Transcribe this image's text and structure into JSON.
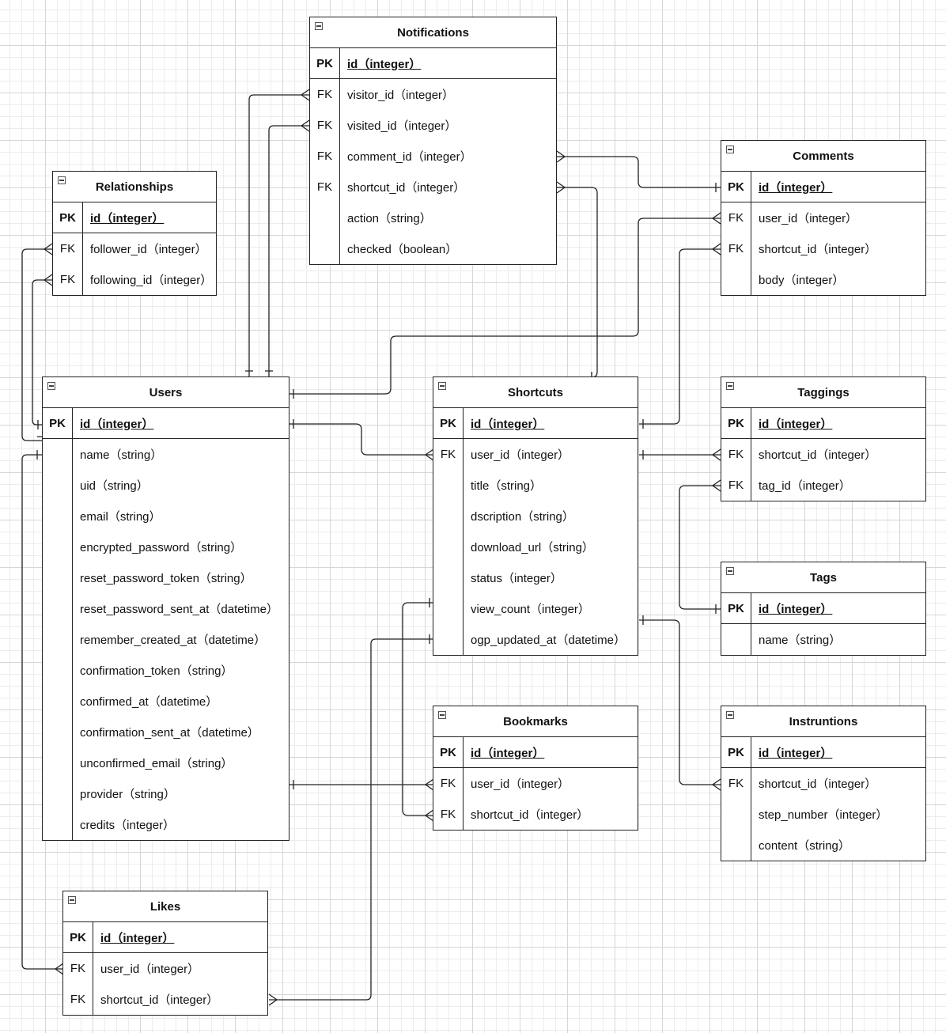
{
  "entities": {
    "notifications": {
      "title": "Notifications",
      "rows": [
        {
          "key": "PK",
          "name": "id（integer）"
        },
        {
          "key": "FK",
          "name": "visitor_id（integer）"
        },
        {
          "key": "FK",
          "name": "visited_id（integer）"
        },
        {
          "key": "FK",
          "name": "comment_id（integer）"
        },
        {
          "key": "FK",
          "name": "shortcut_id（integer）"
        },
        {
          "key": "",
          "name": "action（string）"
        },
        {
          "key": "",
          "name": "checked（boolean）"
        }
      ]
    },
    "relationships": {
      "title": "Relationships",
      "rows": [
        {
          "key": "PK",
          "name": "id（integer）"
        },
        {
          "key": "FK",
          "name": "follower_id（integer）"
        },
        {
          "key": "FK",
          "name": "following_id（integer）"
        }
      ]
    },
    "comments": {
      "title": "Comments",
      "rows": [
        {
          "key": "PK",
          "name": "id（integer）"
        },
        {
          "key": "FK",
          "name": "user_id（integer）"
        },
        {
          "key": "FK",
          "name": "shortcut_id（integer）"
        },
        {
          "key": "",
          "name": "body（integer）"
        }
      ]
    },
    "users": {
      "title": "Users",
      "rows": [
        {
          "key": "PK",
          "name": "id（integer）"
        },
        {
          "key": "",
          "name": "name（string）"
        },
        {
          "key": "",
          "name": "uid（string）"
        },
        {
          "key": "",
          "name": "email（string）"
        },
        {
          "key": "",
          "name": "encrypted_password（string）"
        },
        {
          "key": "",
          "name": "reset_password_token（string）"
        },
        {
          "key": "",
          "name": "reset_password_sent_at（datetime）"
        },
        {
          "key": "",
          "name": "remember_created_at（datetime）"
        },
        {
          "key": "",
          "name": "confirmation_token（string）"
        },
        {
          "key": "",
          "name": "confirmed_at（datetime）"
        },
        {
          "key": "",
          "name": "confirmation_sent_at（datetime）"
        },
        {
          "key": "",
          "name": "unconfirmed_email（string）"
        },
        {
          "key": "",
          "name": "provider（string）"
        },
        {
          "key": "",
          "name": "credits（integer）"
        }
      ]
    },
    "shortcuts": {
      "title": "Shortcuts",
      "rows": [
        {
          "key": "PK",
          "name": "id（integer）"
        },
        {
          "key": "FK",
          "name": "user_id（integer）"
        },
        {
          "key": "",
          "name": "title（string）"
        },
        {
          "key": "",
          "name": "dscription（string）"
        },
        {
          "key": "",
          "name": "download_url（string）"
        },
        {
          "key": "",
          "name": "status（integer）"
        },
        {
          "key": "",
          "name": "view_count（integer）"
        },
        {
          "key": "",
          "name": "ogp_updated_at（datetime）"
        }
      ]
    },
    "taggings": {
      "title": "Taggings",
      "rows": [
        {
          "key": "PK",
          "name": "id（integer）"
        },
        {
          "key": "FK",
          "name": "shortcut_id（integer）"
        },
        {
          "key": "FK",
          "name": "tag_id（integer）"
        }
      ]
    },
    "tags": {
      "title": "Tags",
      "rows": [
        {
          "key": "PK",
          "name": "id（integer）"
        },
        {
          "key": "",
          "name": "name（string）"
        }
      ]
    },
    "bookmarks": {
      "title": "Bookmarks",
      "rows": [
        {
          "key": "PK",
          "name": "id（integer）"
        },
        {
          "key": "FK",
          "name": "user_id（integer）"
        },
        {
          "key": "FK",
          "name": "shortcut_id（integer）"
        }
      ]
    },
    "instrunctions": {
      "title": "Instruntions",
      "rows": [
        {
          "key": "PK",
          "name": "id（integer）"
        },
        {
          "key": "FK",
          "name": "shortcut_id（integer）"
        },
        {
          "key": "",
          "name": "step_number（integer）"
        },
        {
          "key": "",
          "name": "content（string）"
        }
      ]
    },
    "likes": {
      "title": "Likes",
      "rows": [
        {
          "key": "PK",
          "name": "id（integer）"
        },
        {
          "key": "FK",
          "name": "user_id（integer）"
        },
        {
          "key": "FK",
          "name": "shortcut_id（integer）"
        }
      ]
    }
  },
  "relationships": [
    {
      "from": "users",
      "to": "notifications",
      "via": "visitor_id"
    },
    {
      "from": "users",
      "to": "notifications",
      "via": "visited_id"
    },
    {
      "from": "comments",
      "to": "notifications",
      "via": "comment_id"
    },
    {
      "from": "shortcuts",
      "to": "notifications",
      "via": "shortcut_id"
    },
    {
      "from": "users",
      "to": "relationships",
      "via": "follower_id"
    },
    {
      "from": "users",
      "to": "relationships",
      "via": "following_id"
    },
    {
      "from": "users",
      "to": "comments",
      "via": "user_id"
    },
    {
      "from": "shortcuts",
      "to": "comments",
      "via": "shortcut_id"
    },
    {
      "from": "users",
      "to": "shortcuts",
      "via": "user_id"
    },
    {
      "from": "shortcuts",
      "to": "taggings",
      "via": "shortcut_id"
    },
    {
      "from": "tags",
      "to": "taggings",
      "via": "tag_id"
    },
    {
      "from": "users",
      "to": "bookmarks",
      "via": "user_id"
    },
    {
      "from": "shortcuts",
      "to": "bookmarks",
      "via": "shortcut_id"
    },
    {
      "from": "shortcuts",
      "to": "instrunctions",
      "via": "shortcut_id"
    },
    {
      "from": "users",
      "to": "likes",
      "via": "user_id"
    },
    {
      "from": "shortcuts",
      "to": "likes",
      "via": "shortcut_id"
    }
  ]
}
